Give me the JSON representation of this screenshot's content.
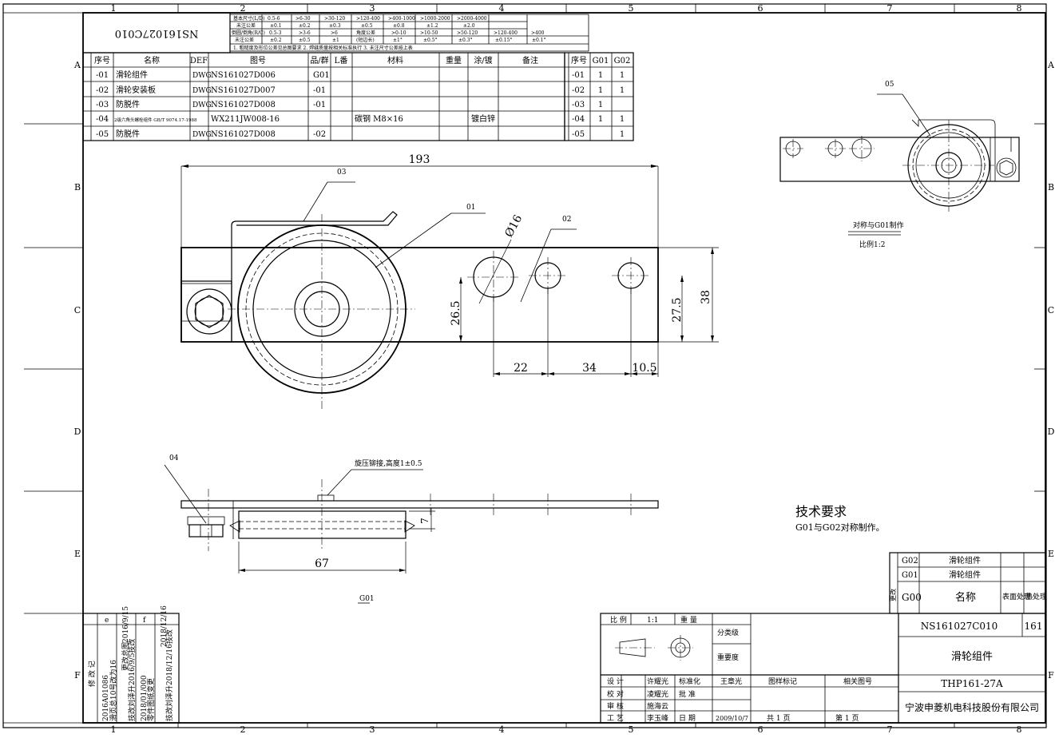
{
  "border": {
    "cols": [
      "1",
      "2",
      "3",
      "4",
      "5",
      "6",
      "7",
      "8"
    ],
    "rows": [
      "A",
      "B",
      "C",
      "D",
      "E",
      "F"
    ]
  },
  "drawing_no_mirrored": "NS161027C010",
  "tolerance_table": {
    "row1": [
      "基本尺寸(L/D)",
      "0.5-6",
      ">6-30",
      ">30-120",
      ">120-400",
      ">400-1000",
      ">1000-2000",
      ">2000-4000"
    ],
    "row2": [
      "未注公差",
      "±0.1",
      "±0.2",
      "±0.3",
      "±0.5",
      "±0.8",
      "±1.2",
      "±2.0"
    ],
    "row3": [
      "倒圆/倒角(R/C)",
      "0.5-3",
      ">3-6",
      ">6",
      "角度公差",
      ">0-10",
      ">10-50",
      ">50-120",
      ">120-400",
      ">400"
    ],
    "row4": [
      "未注公差",
      "±0.2",
      "±0.5",
      "±1",
      "(短边长)",
      "±1°",
      "±0.5°",
      "±0.3°",
      "±0.15°",
      "±0.1°"
    ],
    "notes": "1. 粗糙度及形位公差见总图要求  2. 焊缝质量按相关标准执行  3. 未注尺寸公差按上表"
  },
  "bom": {
    "headers": [
      "序号",
      "名称",
      "DEF",
      "图号",
      "品/群",
      "L番",
      "材料",
      "重量",
      "涂/镀",
      "备注"
    ],
    "rows": [
      [
        "-01",
        "滑轮组件",
        "DWG",
        "NS161027D006",
        "G01",
        "",
        "",
        "",
        "",
        ""
      ],
      [
        "-02",
        "滑轮安装板",
        "DWG",
        "NS161027D007",
        "-01",
        "",
        "",
        "",
        "",
        ""
      ],
      [
        "-03",
        "防脱件",
        "DWG",
        "NS161027D008",
        "-01",
        "",
        "",
        "",
        "",
        ""
      ],
      [
        "-04",
        "",
        "",
        "WX211JW008-16",
        "",
        "",
        "碳钢 M8×16",
        "",
        "镀白锌",
        ""
      ],
      [
        "-05",
        "防脱件",
        "DWG",
        "NS161027D008",
        "-02",
        "",
        "",
        "",
        "",
        ""
      ]
    ],
    "bolt_name": "2级六角头螺栓组件 GB/T 9074.17-1988"
  },
  "qty_table": {
    "headers": [
      "序号",
      "G01",
      "G02"
    ],
    "rows": [
      [
        "-01",
        "1",
        "1"
      ],
      [
        "-02",
        "1",
        "1"
      ],
      [
        "-03",
        "1",
        ""
      ],
      [
        "-04",
        "1",
        "1"
      ],
      [
        "-05",
        "",
        "1"
      ]
    ]
  },
  "dimensions": {
    "length": "193",
    "hole_dia": "Ø16",
    "left_h": "26.5",
    "right_h": "27.5",
    "height": "38",
    "pitch1": "22",
    "pitch2": "34",
    "edge": "10.5",
    "wheel_w": "67",
    "gap": "7"
  },
  "balloons": {
    "b01": "01",
    "b02": "02",
    "b03": "03",
    "b04": "04",
    "b05": "05"
  },
  "notes": {
    "rivet": "旋压铆接,高度1±0.5",
    "sym_view": "对称与G01制作",
    "sym_scale": "比例1:2",
    "view_label": "G01",
    "tech_title": "技术要求",
    "tech_text": "G01与G02对称制作。"
  },
  "variant_table": {
    "rows": [
      [
        "G02",
        "滑轮组件"
      ],
      [
        "G01",
        "滑轮组件"
      ],
      [
        "G00",
        "名称",
        "表面处理",
        "热处理"
      ]
    ],
    "side": "更改"
  },
  "revisions": {
    "r1": "2016A01086",
    "r1b": "滑页总10号改为16",
    "r2": "更改总图",
    "r3": "2016/9/15",
    "r4": "技改刘泽升2016/9/5技改",
    "r5": "2018/01/000",
    "r6": "零件图纸变更",
    "r7": "技改刘泽升2018/12/16技改",
    "r8": "2018/12/16",
    "mark_e": "e",
    "mark_f": "f",
    "col": "修 改 记"
  },
  "title_block": {
    "scale_label": "比 例",
    "scale": "1:1",
    "weight_label": "重 量",
    "classify": "分类级",
    "importance": "重要度",
    "design_label": "设 计",
    "design": "许耀光",
    "std_label": "标准化",
    "std": "王章光",
    "check_label": "校 对",
    "check": "凌耀光",
    "approve_label": "批 准",
    "review_label": "审 核",
    "review": "施海云",
    "process_label": "工 艺",
    "process": "李玉峰",
    "date_label": "日 期",
    "date": "2009/10/7",
    "mark_label": "图样标记",
    "ref_label": "相关图号",
    "total": "共 1 页",
    "page": "第 1 页",
    "drawing_no": "NS161027C010",
    "sheet_code": "161",
    "part_name": "滑轮组件",
    "product": "THP161-27A",
    "company": "宁波申菱机电科技股份有限公司"
  }
}
